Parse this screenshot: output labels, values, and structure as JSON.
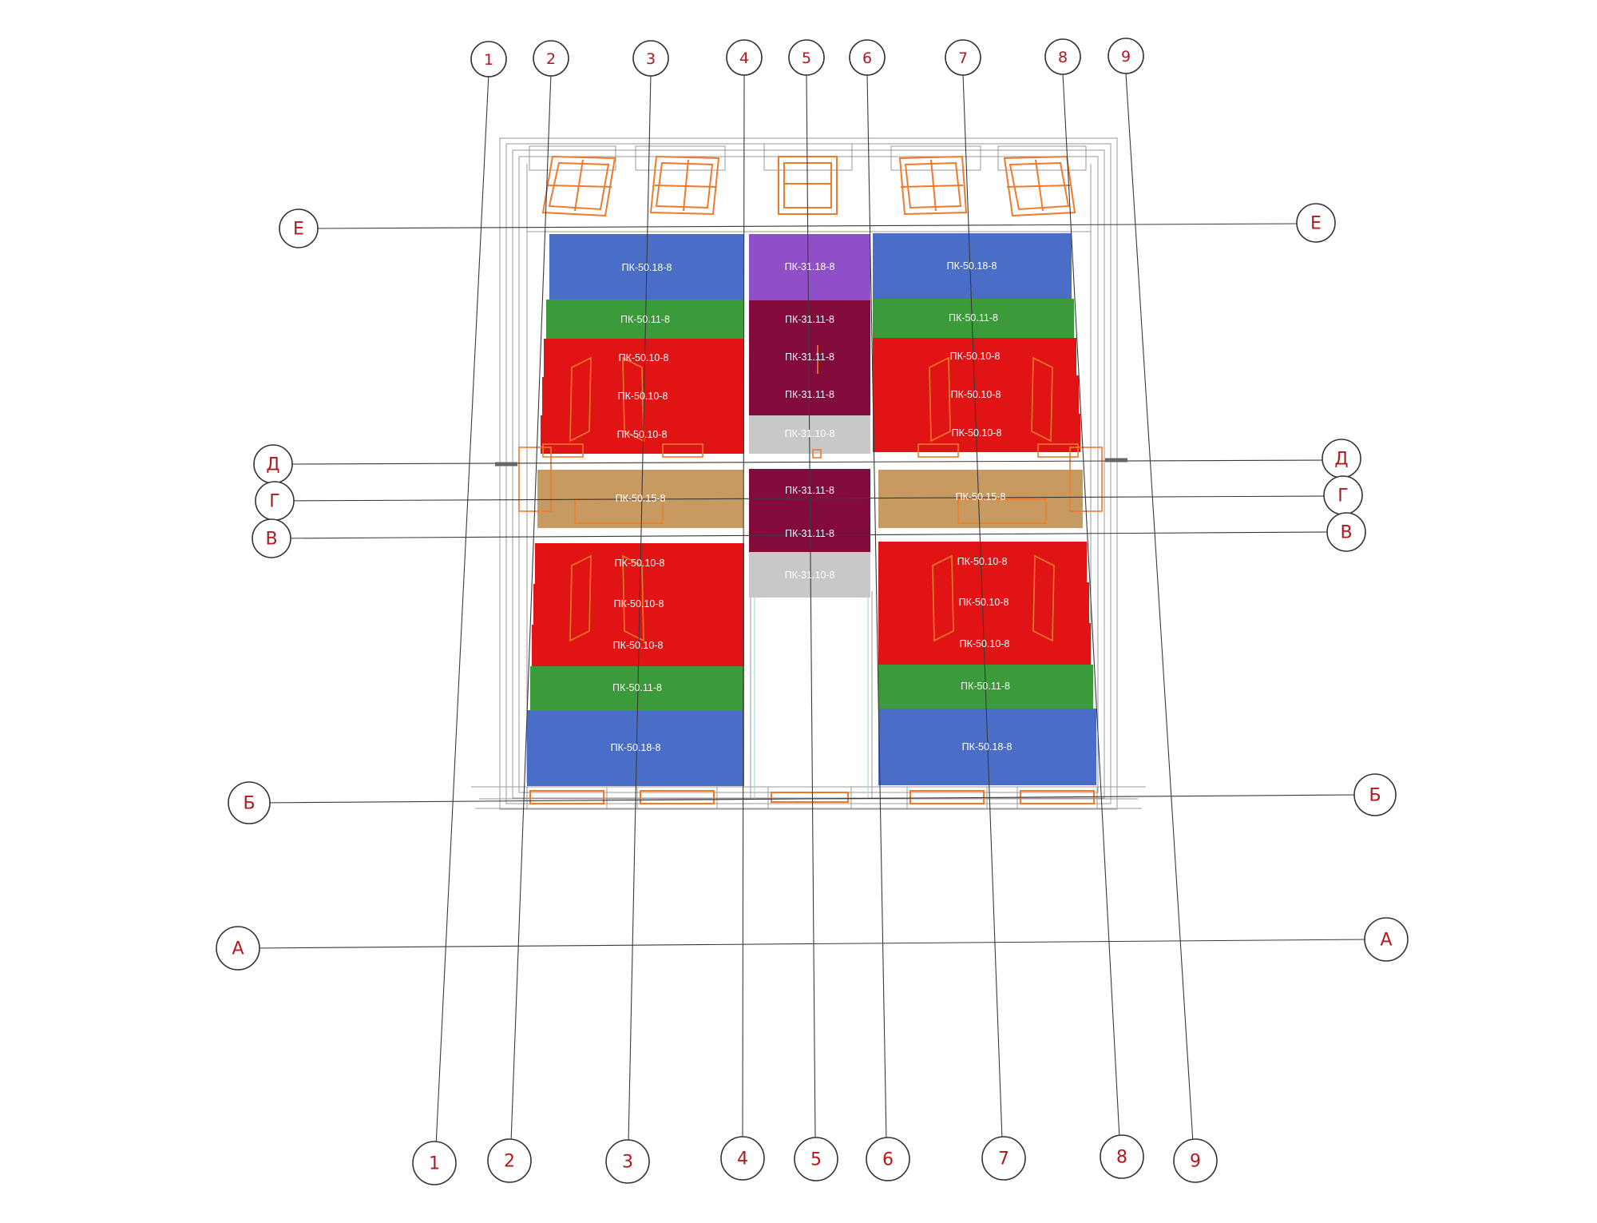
{
  "axes_numbers": [
    "1",
    "2",
    "3",
    "4",
    "5",
    "6",
    "7",
    "8",
    "9"
  ],
  "axes_letters": [
    "Е",
    "Д",
    "Г",
    "В",
    "Б",
    "А"
  ],
  "slab_colors": {
    "blue": "#4a6ec8",
    "green": "#3b9a3a",
    "red": "#e01414",
    "violet": "#8e4fc8",
    "maroon": "#820b3b",
    "grey": "#c8c8c8",
    "tan": "#c79a62",
    "orange": "#f07a2a",
    "bubble_text": "#b4171c"
  },
  "slabs": {
    "tl_1": "ПК-50.18-8",
    "tl_2": "ПК-50.11-8",
    "tl_3": "ПК-50.10-8",
    "tl_4": "ПК-50.10-8",
    "tl_5": "ПК-50.10-8",
    "tr_1": "ПК-50.18-8",
    "tr_2": "ПК-50.11-8",
    "tr_3": "ПК-50.10-8",
    "tr_4": "ПК-50.10-8",
    "tr_5": "ПК-50.10-8",
    "c_1": "ПК-31.18-8",
    "c_2": "ПК-31.11-8",
    "c_3": "ПК-31.11-8",
    "c_4": "ПК-31.11-8",
    "c_5": "ПК-31.10-8",
    "c_6": "ПК-31.11-8",
    "c_7": "ПК-31.11-8",
    "c_8": "ПК-31.10-8",
    "ml": "ПК-50.15-8",
    "mr": "ПК-50.15-8",
    "bl_1": "ПК-50.10-8",
    "bl_2": "ПК-50.10-8",
    "bl_3": "ПК-50.10-8",
    "bl_4": "ПК-50.11-8",
    "bl_5": "ПК-50.18-8",
    "br_1": "ПК-50.10-8",
    "br_2": "ПК-50.10-8",
    "br_3": "ПК-50.10-8",
    "br_4": "ПК-50.11-8",
    "br_5": "ПК-50.18-8"
  }
}
